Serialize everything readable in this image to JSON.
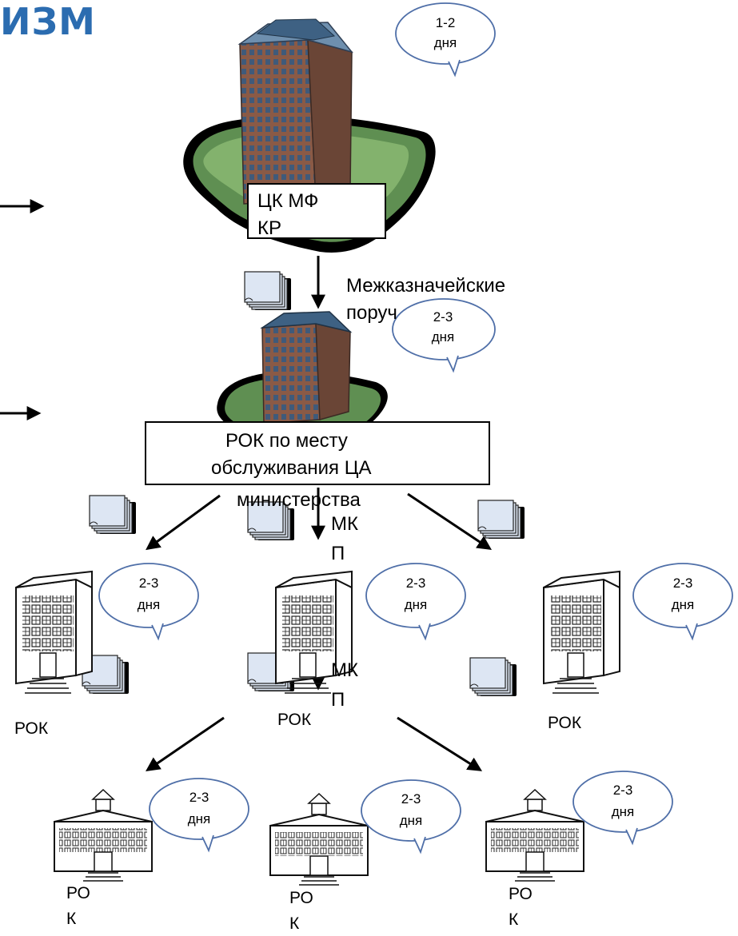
{
  "heading": "ИЗМ",
  "colors": {
    "accent": "#2b6cb0",
    "bubble_stroke": "#4f6fa8",
    "arrow": "#000000",
    "doc_fill": "#dde6f3"
  },
  "top": {
    "box_lines": [
      "ЦК МФ",
      "КР"
    ],
    "edge_label": "Межказначейские",
    "edge_label_2": "поруч",
    "bubble_top": [
      "1-2",
      "дня"
    ],
    "bubble_mid": [
      "2-3",
      "дня"
    ]
  },
  "middle": {
    "box_lines": [
      "РОК по месту",
      "обслуживания ЦА",
      "министерства"
    ],
    "mkp_lines": [
      "МК",
      "П"
    ]
  },
  "rok_row": [
    {
      "label": "РОК",
      "bubble": [
        "2-3",
        "дня"
      ]
    },
    {
      "label": "РОК",
      "bubble": [
        "2-3",
        "дня"
      ]
    },
    {
      "label": "РОК",
      "bubble": [
        "2-3",
        "дня"
      ]
    }
  ],
  "lower": {
    "mkp_lines": [
      "МК",
      "П"
    ]
  },
  "ro_row": [
    {
      "label_lines": [
        "РО",
        "К"
      ],
      "bubble": [
        "2-3",
        "дня"
      ]
    },
    {
      "label_lines": [
        "РО",
        "К"
      ],
      "bubble": [
        "2-3",
        "дня"
      ]
    },
    {
      "label_lines": [
        "РО",
        "К"
      ],
      "bubble": [
        "2-3",
        "дня"
      ]
    }
  ]
}
